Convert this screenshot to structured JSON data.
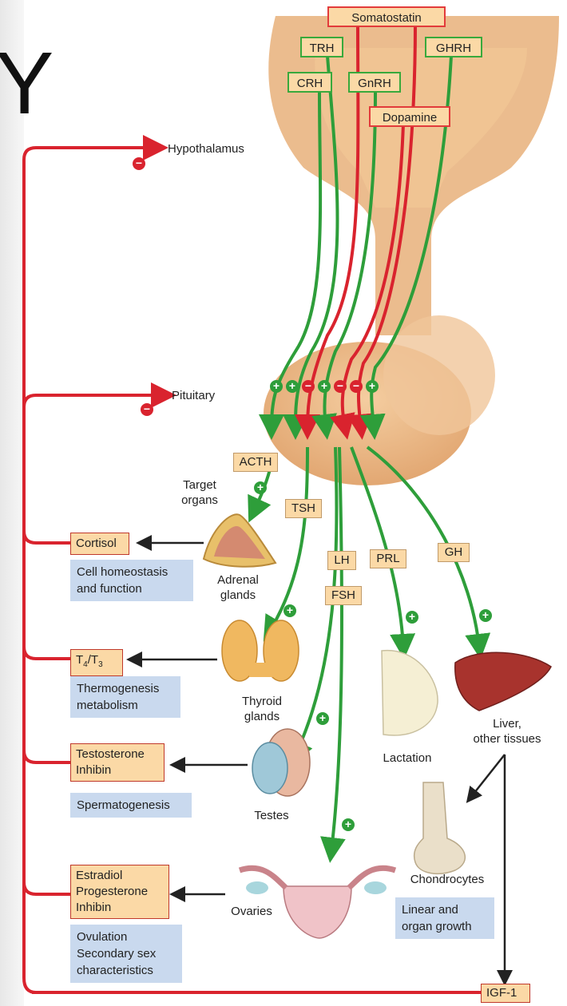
{
  "title_fragment": "Y",
  "hypothalamic_hormones": {
    "somatostatin": "Somatostatin",
    "trh": "TRH",
    "ghrh": "GHRH",
    "crh": "CRH",
    "gnrh": "GnRH",
    "dopamine": "Dopamine"
  },
  "levels": {
    "hypothalamus": "Hypothalamus",
    "pituitary": "Pituitary",
    "target_organs": "Target\norgans"
  },
  "pituitary_hormones": {
    "acth": "ACTH",
    "tsh": "TSH",
    "lh": "LH",
    "fsh": "FSH",
    "prl": "PRL",
    "gh": "GH"
  },
  "organs": {
    "adrenal": "Adrenal\nglands",
    "thyroid": "Thyroid\nglands",
    "testes": "Testes",
    "ovaries": "Ovaries",
    "lactation": "Lactation",
    "liver": "Liver,\nother tissues",
    "chondrocytes": "Chondrocytes"
  },
  "outputs": {
    "cortisol": "Cortisol",
    "t4t3_main": "T",
    "t4_sub": "4",
    "t3_sep": "/T",
    "t3_sub": "3",
    "testosterone": "Testosterone",
    "inhibin_male": "Inhibin",
    "estradiol": "Estradiol",
    "progesterone": "Progesterone",
    "inhibin_female": "Inhibin",
    "igf1": "IGF-1"
  },
  "effects": {
    "cell_homeostasis_1": "Cell homeostasis",
    "cell_homeostasis_2": "and function",
    "thermogenesis_1": "Thermogenesis",
    "thermogenesis_2": "metabolism",
    "spermatogenesis": "Spermatogenesis",
    "ovulation": "Ovulation",
    "secondary_sex_1": "Secondary sex",
    "secondary_sex_2": "characteristics",
    "linear_growth_1": "Linear and",
    "linear_growth_2": "organ growth"
  },
  "symbols": {
    "plus": "+",
    "minus": "−"
  },
  "colors": {
    "stimulatory": "#2e9e3a",
    "inhibitory": "#d9232e",
    "hormone_box": "#fbd9a6",
    "effect_box": "#c9d9ee",
    "tissue": "#e8b07a"
  }
}
